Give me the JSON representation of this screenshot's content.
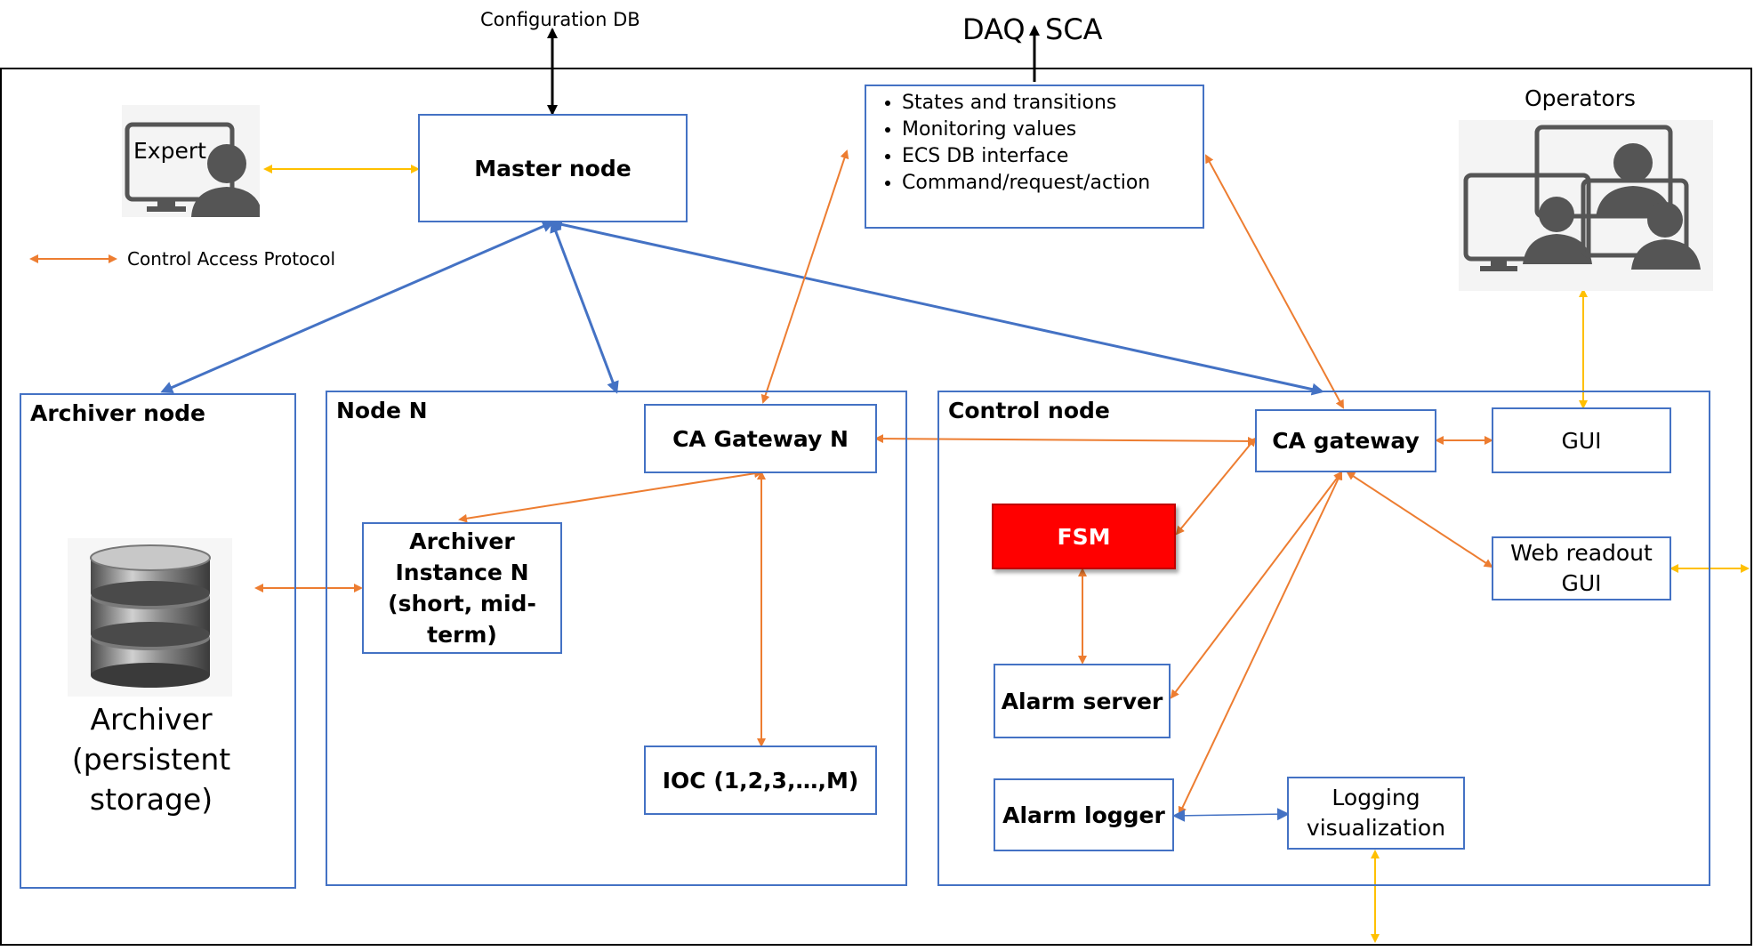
{
  "top": {
    "config_db": "Configuration DB",
    "daq": "DAQ",
    "sca": "SCA"
  },
  "legend": {
    "control_access_protocol": "Control Access Protocol"
  },
  "expert": {
    "label": "Expert",
    "icon": "expert-workstation-icon"
  },
  "operators": {
    "label": "Operators",
    "icon": "operators-workstations-icon"
  },
  "master_node": {
    "label": "Master node"
  },
  "info_box": {
    "items": [
      "States and transitions",
      "Monitoring values",
      "ECS DB interface",
      "Command/request/action"
    ]
  },
  "archiver_node": {
    "title": "Archiver node",
    "storage_line1": "Archiver",
    "storage_line2": "(persistent",
    "storage_line3": "storage)",
    "icon": "database-icon"
  },
  "node_n": {
    "title": "Node N",
    "ca_gateway": "CA Gateway N",
    "archiver_instance": [
      "Archiver",
      "Instance N",
      "(short, mid-",
      "term)"
    ],
    "ioc": "IOC (1,2,3,…,M)"
  },
  "control_node": {
    "title": "Control node",
    "ca_gateway": "CA gateway",
    "gui": "GUI",
    "web_readout": [
      "Web readout",
      "GUI"
    ],
    "fsm": "FSM",
    "alarm_server": "Alarm server",
    "alarm_logger": "Alarm logger",
    "logging_vis": [
      "Logging",
      "visualization"
    ]
  },
  "colors": {
    "box_border": "#4472c4",
    "orange_link": "#ed7d31",
    "yellow_link": "#ffc000",
    "blue_link": "#4472c4",
    "fsm_fill": "#ff0000"
  }
}
